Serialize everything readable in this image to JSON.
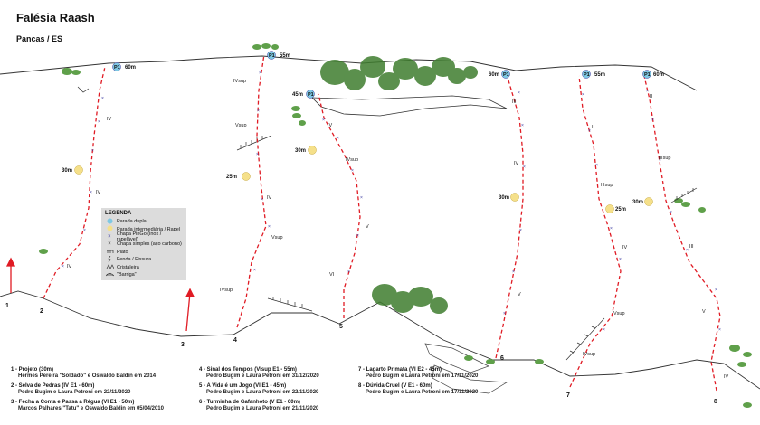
{
  "header": {
    "title": "Falésia Raash",
    "subtitle": "Pancas / ES"
  },
  "legend": {
    "title": "LEGENDA",
    "items": [
      {
        "icon": "double-anchor-icon",
        "label": "Parada dupla"
      },
      {
        "icon": "intermediate-anchor-icon",
        "label": "Parada intermediária / Rapel"
      },
      {
        "icon": "bolt-x-icon",
        "label": "Chapa PinGo (inox / rapelável)"
      },
      {
        "icon": "bolt-dot-icon",
        "label": "Chapa simples (aço carbono)"
      },
      {
        "icon": "ledge-icon",
        "label": "Platô"
      },
      {
        "icon": "crack-icon",
        "label": "Fenda / Fissura"
      },
      {
        "icon": "crystal-icon",
        "label": "Cristaleira"
      },
      {
        "icon": "bulge-icon",
        "label": "\"Barriga\""
      }
    ]
  },
  "routes": [
    {
      "number": "1",
      "name": "1 - Projeto (30m)",
      "authors": "Hermes Pereira \"Soldado\" e Oswaldo Baldin em 2014"
    },
    {
      "number": "2",
      "name": "2 - Selva de Pedras (IV E1 - 60m)",
      "authors": "Pedro Bugim e Laura Petroni em 22/11/2020"
    },
    {
      "number": "3",
      "name": "3 - Fecha a Conta e Passa a Régua (VI E1 - 50m)",
      "authors": "Marcos Palhares \"Tatu\" e Oswaldo Baldin em 05/04/2010"
    },
    {
      "number": "4",
      "name": "4 - Sinal dos Tempos (VIsup E1 - 55m)",
      "authors": "Pedro Bugim e Laura Petroni em 31/12/2020"
    },
    {
      "number": "5",
      "name": "5 - A Vida é um Jogo (VI E1 - 45m)",
      "authors": "Pedro Bugim e Laura Petroni em 22/11/2020"
    },
    {
      "number": "6",
      "name": "6 - Turminha de Gafanhoto (V E1 - 60m)",
      "authors": "Pedro Bugim e Laura Petroni em 21/11/2020"
    },
    {
      "number": "7",
      "name": "7 - Lagarto Primata (VI E2 - 45m)",
      "authors": "Pedro Bugim e Laura Petroni em 17/11/2020"
    },
    {
      "number": "8",
      "name": "8 - Dúvida Cruel (V E1 - 60m)",
      "authors": "Pedro Bugim e Laura Petroni em 17/11/2020"
    }
  ],
  "anchors": {
    "r2_top": "P1",
    "r2_top_len": "60m",
    "r2_mid": "30m",
    "r4_top": "P1",
    "r4_top_len": "55m",
    "r4_mid": "25m",
    "r5_top": "P1",
    "r5_top_len": "45m",
    "r5_mid": "30m",
    "r6_top": "P1",
    "r6_top_len": "60m",
    "r6_mid": "30m",
    "r7_top": "P1",
    "r7_top_len": "55m",
    "r7_mid": "25m",
    "r8_top": "P1",
    "r8_top_len": "60m",
    "r8_mid": "30m"
  },
  "grades": {
    "r2": [
      "IV",
      "IV",
      "IV"
    ],
    "r4": [
      "IVsup",
      "Vsup",
      "IV",
      "Vsup",
      "IVsup"
    ],
    "r5": [
      "IV",
      "IVsup",
      "V",
      "VI"
    ],
    "r6": [
      "III",
      "IV",
      "V"
    ],
    "r7": [
      "II",
      "IIIsup",
      "IV",
      "Vsup",
      "IVsup"
    ],
    "r8": [
      "II",
      "IIIsup",
      "III",
      "V",
      "IV"
    ]
  },
  "colors": {
    "route": "#e01b24",
    "arrow": "#e01b24",
    "anchor_double": "#7ec8e3",
    "anchor_mid": "#f5e08a",
    "bolt": "#3a3aa0",
    "legend_bg": "#dcdcdc"
  }
}
